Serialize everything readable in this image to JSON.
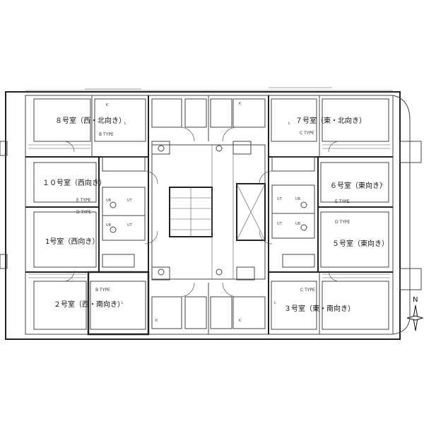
{
  "rooms": {
    "r8": "８号室（西・北向き）",
    "r7": "７号室（東・北向き）",
    "r10": "１０号室（西向き）",
    "r6": "６号室（東向き）",
    "r1": "1号室（西向き）",
    "r5": "５号室（東向き）",
    "r2": "２号室（西・南向き）",
    "r3": "３号室（東・南向き）"
  },
  "types": {
    "b_type": "B TYPE",
    "c_type": "C TYPE",
    "e_type": "E TYPE",
    "d_type": "D TYPE"
  },
  "fixtures": {
    "k": "K",
    "l": "L",
    "ub": "UB",
    "ut": "UT"
  },
  "compass": {
    "north": "N"
  }
}
